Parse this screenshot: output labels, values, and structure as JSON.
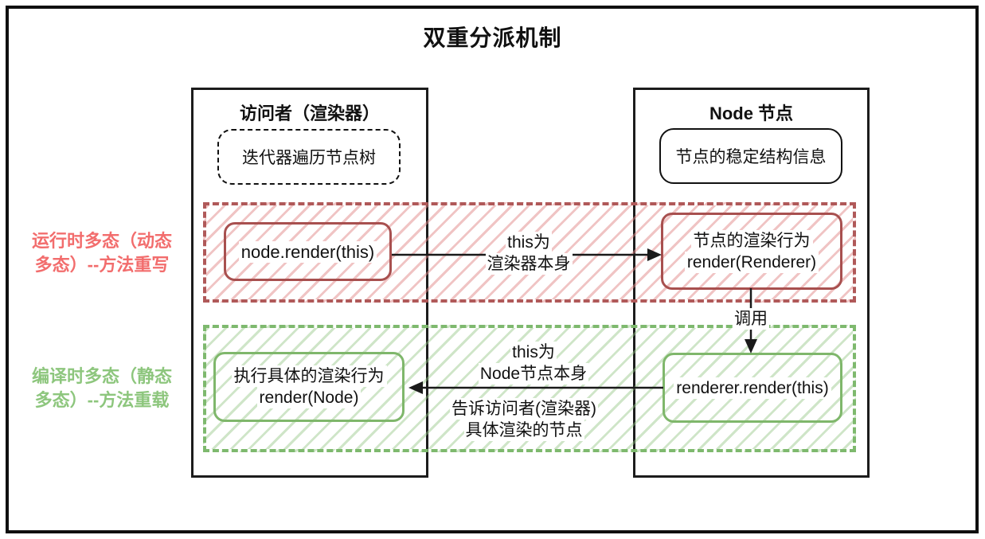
{
  "title": "双重分派机制",
  "columns": {
    "visitor": {
      "header": "访问者（渲染器）",
      "box": "迭代器遍历节点树"
    },
    "node": {
      "header": "Node 节点",
      "box": "节点的稳定结构信息"
    }
  },
  "runtime_region": {
    "label_line1": "运行时多态（动态",
    "label_line2": "多态）--方法重写",
    "left_box": "node.render(this)",
    "arrow_label_line1": "this为",
    "arrow_label_line2": "渲染器本身",
    "right_box_line1": "节点的渲染行为",
    "right_box_line2": "render(Renderer)"
  },
  "call_label": "调用",
  "compile_region": {
    "label_line1": "编译时多态（静态",
    "label_line2": "多态）--方法重载",
    "left_box_line1": "执行具体的渲染行为",
    "left_box_line2": "render(Node)",
    "arrow_label_line1": "this为",
    "arrow_label_line2": "Node节点本身",
    "arrow_sublabel_line1": "告诉访问者(渲染器)",
    "arrow_sublabel_line2": "具体渲染的节点",
    "right_box": "renderer.render(this)"
  },
  "colors": {
    "red_region_border": "#b05959",
    "red_box_border": "#a8504f",
    "red_label_text": "#f26d6d",
    "green_region_border": "#7eb96e",
    "green_box_border": "#7fb76b",
    "green_label_text": "#8dc67d",
    "arrow": "#1a1a1a"
  }
}
